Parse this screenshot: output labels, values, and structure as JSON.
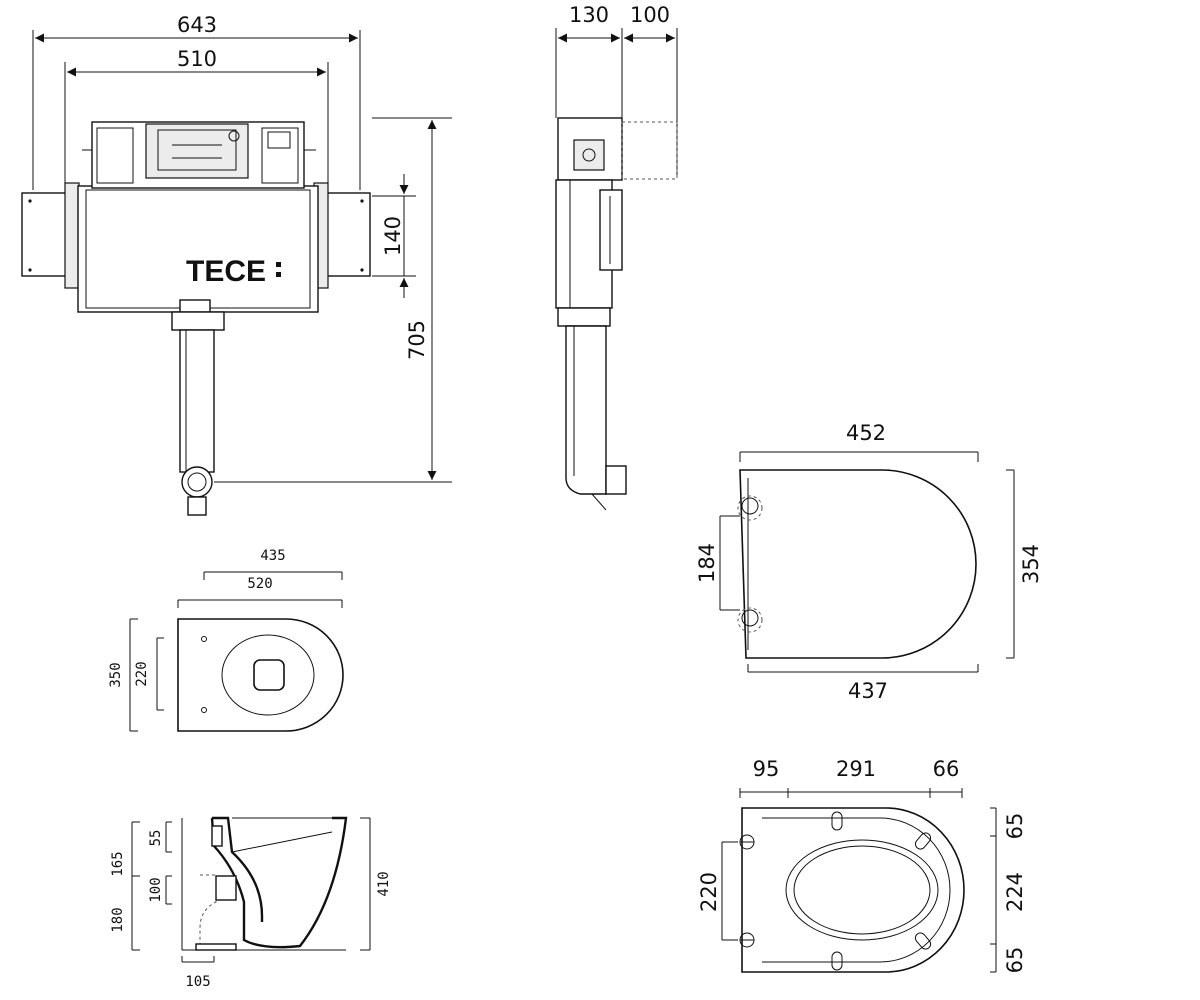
{
  "brand": "TECE",
  "cistern_front": {
    "width_outer": "643",
    "width_inner": "510",
    "height_total": "705",
    "height_mid": "140"
  },
  "cistern_side": {
    "depth_a": "130",
    "depth_b": "100"
  },
  "bowl_top": {
    "w_435": "435",
    "w_520": "520",
    "h_350": "350",
    "h_220": "220"
  },
  "bowl_side": {
    "h_55": "55",
    "h_165": "165",
    "h_100": "100",
    "h_180": "180",
    "h_410": "410",
    "w_105": "105"
  },
  "seat_closed": {
    "w_top": "452",
    "w_bottom": "437",
    "h_left": "184",
    "h_right": "354"
  },
  "seat_open": {
    "w_95": "95",
    "w_291": "291",
    "w_66": "66",
    "h_220": "220",
    "h_65a": "65",
    "h_224": "224",
    "h_65b": "65"
  }
}
